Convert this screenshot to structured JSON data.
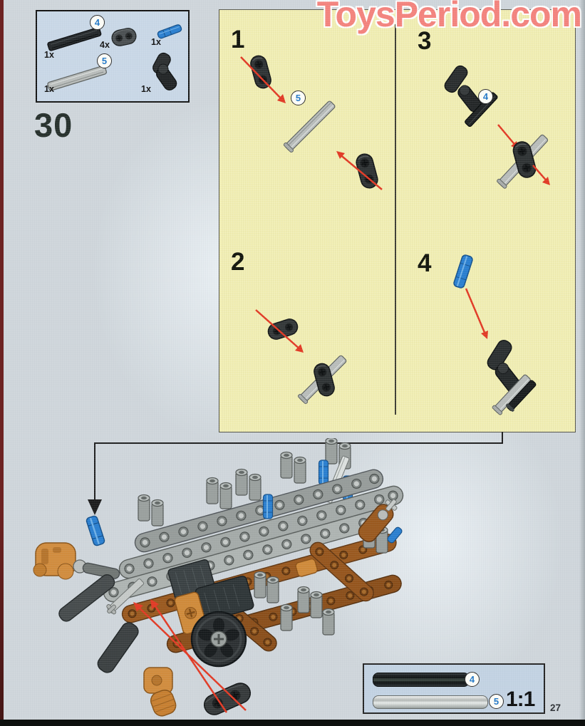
{
  "page": {
    "watermark": "ToysPeriod.com",
    "step_number": "30",
    "number": "27"
  },
  "parts_box": {
    "items": [
      {
        "qty": "1x",
        "callout": "4",
        "part": "axle-5-black"
      },
      {
        "qty": "4x",
        "part": "connector-block-dark-gray"
      },
      {
        "qty": "1x",
        "part": "pin-long-blue"
      },
      {
        "qty": "1x",
        "callout": "5",
        "part": "axle-5-light-gray"
      },
      {
        "qty": "1x",
        "part": "angle-connector-black"
      }
    ]
  },
  "substeps": [
    {
      "label": "1",
      "callout": "5"
    },
    {
      "label": "2"
    },
    {
      "label": "3",
      "callout": "4"
    },
    {
      "label": "4"
    }
  ],
  "scale_box": {
    "label": "1:1",
    "items": [
      {
        "callout": "4",
        "part": "axle-5-black"
      },
      {
        "callout": "5",
        "part": "axle-5-light-gray"
      }
    ]
  },
  "colors": {
    "arrow_red": "#e23a25",
    "callout_blue": "#2479c8",
    "panel_yellow": "#f2efb3",
    "box_blue": "#c9d8e7",
    "watermark_pink": "#f4837d",
    "lego_blue": "#2a7fd0",
    "lego_orange": "#d18c3e",
    "lego_brown": "#9a591f",
    "lego_gray": "#a4aaa8",
    "lego_dark": "#2f3334"
  }
}
